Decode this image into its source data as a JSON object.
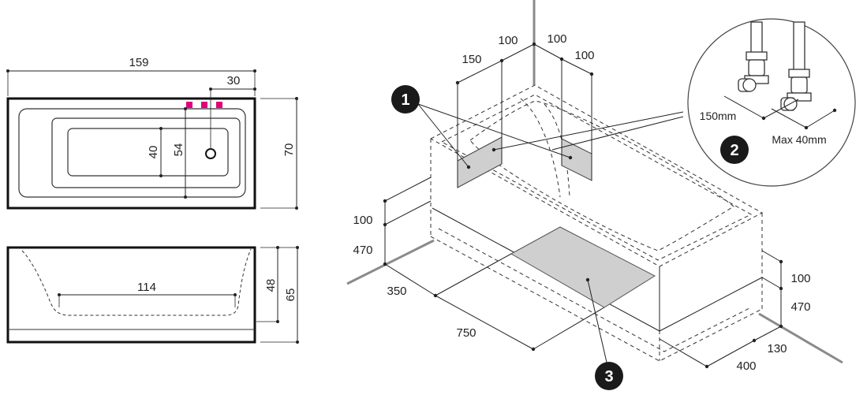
{
  "colors": {
    "line": "#222222",
    "outline": "#111111",
    "panel_fill": "#cfcfcf",
    "wall": "#8a8a8a",
    "marker": "#e0007a",
    "badge": "#1a1a1a"
  },
  "top_view": {
    "dims": {
      "length": "159",
      "offset": "30",
      "inner_width": "40",
      "outer_span": "54",
      "width": "70"
    },
    "markers": [
      "pink-square",
      "pink-square",
      "pink-square"
    ]
  },
  "side_view": {
    "dims": {
      "inner_length": "114",
      "inner_depth": "48",
      "height": "65"
    }
  },
  "iso_view": {
    "dims": {
      "left_offset": "150",
      "top_100_a": "100",
      "top_100_b": "100",
      "top_100_c": "100",
      "left_100": "100",
      "left_470": "470",
      "front_350": "350",
      "front_750": "750",
      "right_100": "100",
      "right_470": "470",
      "right_130": "130",
      "right_400": "400"
    },
    "callouts": {
      "one": "1",
      "two": "2",
      "three": "3"
    },
    "detail": {
      "spacing": "150mm",
      "max": "Max 40mm"
    }
  }
}
